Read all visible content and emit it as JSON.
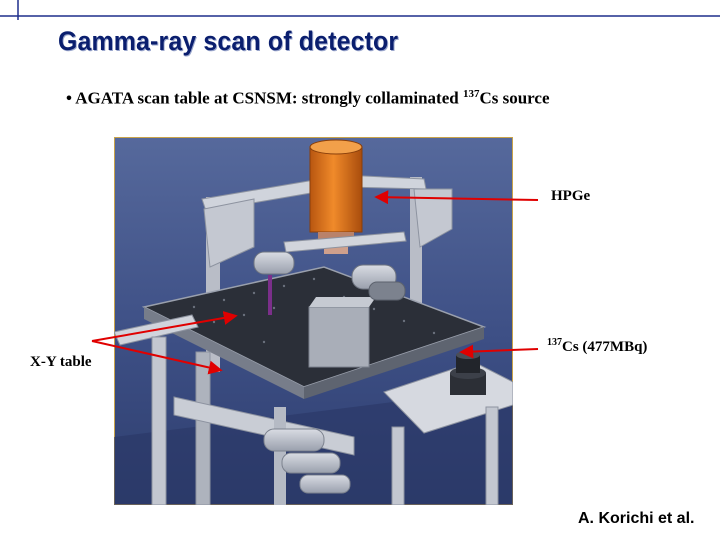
{
  "slide": {
    "title": "Gamma-ray scan of detector",
    "bullet": {
      "marker": "•",
      "before": "AGATA scan table at CSNSM: strongly collaminated",
      "sup": "137",
      "after": "Cs source"
    },
    "labels": {
      "hpge": "HPGe",
      "cs_sup": "137",
      "cs_text": "Cs (477MBq)",
      "xy_table": "X-Y table"
    },
    "credit": "A. Korichi et al."
  },
  "colors": {
    "title": "#0a1e6e",
    "corner_line": "#1e2e8c",
    "arrow": "#e00000",
    "photo_bg": "#3d4f85",
    "detector_can": "#e0741a"
  },
  "icons": [
    "scan-table-illustration",
    "arrow-icon"
  ]
}
